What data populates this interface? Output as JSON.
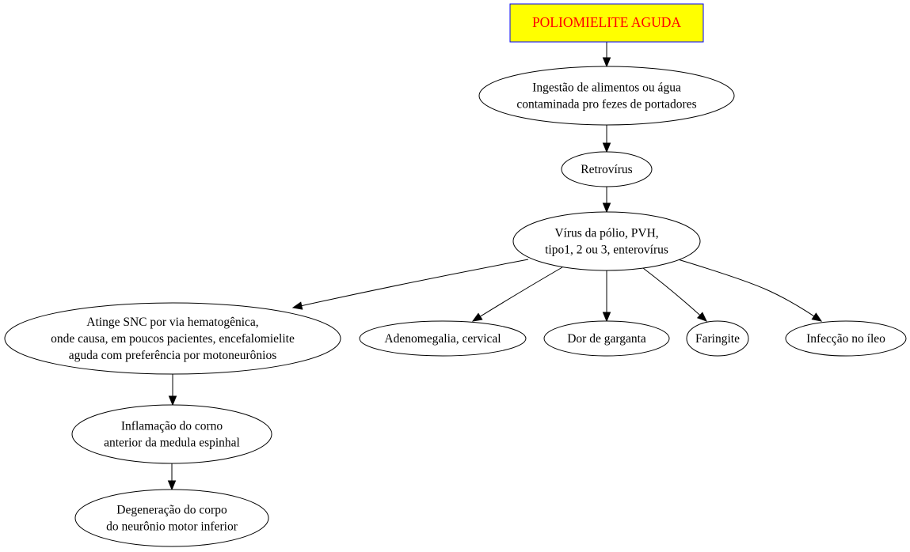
{
  "diagram": {
    "type": "concept-map",
    "title": {
      "text": "POLIOMIELITE AGUDA",
      "fill_color": "#ffff00",
      "border_color": "#0000ff",
      "text_color": "#ff0000"
    },
    "nodes": [
      {
        "id": "title",
        "shape": "box",
        "lines": [
          "POLIOMIELITE AGUDA"
        ]
      },
      {
        "id": "ingestao",
        "shape": "ellipse",
        "lines": [
          "Ingestão de alimentos ou água",
          "contaminada pro fezes de portadores"
        ]
      },
      {
        "id": "retrovirus",
        "shape": "ellipse",
        "lines": [
          "Retrovírus"
        ]
      },
      {
        "id": "virus",
        "shape": "ellipse",
        "lines": [
          "Vírus da pólio, PVH,",
          "tipo1, 2 ou 3, enterovírus"
        ]
      },
      {
        "id": "atinge",
        "shape": "ellipse",
        "lines": [
          "Atinge SNC por via hematogênica,",
          "onde causa, em poucos pacientes, encefalomielite",
          "aguda com preferência por motoneurônios"
        ]
      },
      {
        "id": "adenomegalia",
        "shape": "ellipse",
        "lines": [
          "Adenomegalia, cervical"
        ]
      },
      {
        "id": "dor",
        "shape": "ellipse",
        "lines": [
          "Dor de garganta"
        ]
      },
      {
        "id": "faringite",
        "shape": "ellipse",
        "lines": [
          "Faringite"
        ]
      },
      {
        "id": "infeccao",
        "shape": "ellipse",
        "lines": [
          "Infecção no íleo"
        ]
      },
      {
        "id": "inflamacao",
        "shape": "ellipse",
        "lines": [
          "Inflamação do corno",
          "anterior da medula espinhal"
        ]
      },
      {
        "id": "degeneracao",
        "shape": "ellipse",
        "lines": [
          "Degeneração do corpo",
          "do neurônio motor inferior"
        ]
      }
    ],
    "edges": [
      {
        "from": "title",
        "to": "ingestao"
      },
      {
        "from": "ingestao",
        "to": "retrovirus"
      },
      {
        "from": "retrovirus",
        "to": "virus"
      },
      {
        "from": "virus",
        "to": "atinge"
      },
      {
        "from": "virus",
        "to": "adenomegalia"
      },
      {
        "from": "virus",
        "to": "dor"
      },
      {
        "from": "virus",
        "to": "faringite"
      },
      {
        "from": "virus",
        "to": "infeccao"
      },
      {
        "from": "atinge",
        "to": "inflamacao"
      },
      {
        "from": "inflamacao",
        "to": "degeneracao"
      }
    ]
  }
}
